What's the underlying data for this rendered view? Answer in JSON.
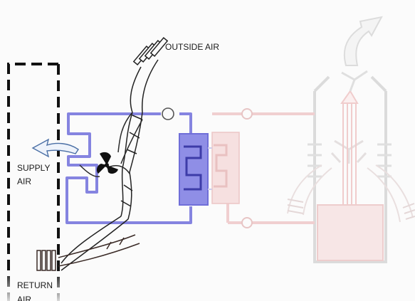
{
  "labels": {
    "outside_air": "OUTSIDE AIR",
    "supply_air_line1": "SUPPLY",
    "supply_air_line2": "AIR",
    "return_air_line1": "RETURN",
    "return_air_line2": "AIR"
  },
  "colors": {
    "indoor_unit_pipe": "#8584e0",
    "indoor_coil": "#6f6ed8",
    "outdoor_unit_faded": "#f0cfd0",
    "condenser_faded": "#f3dcdc",
    "duct_outline": "#222222",
    "enclosure_faded": "#d6d6d6",
    "background": "#fbfbfb"
  }
}
